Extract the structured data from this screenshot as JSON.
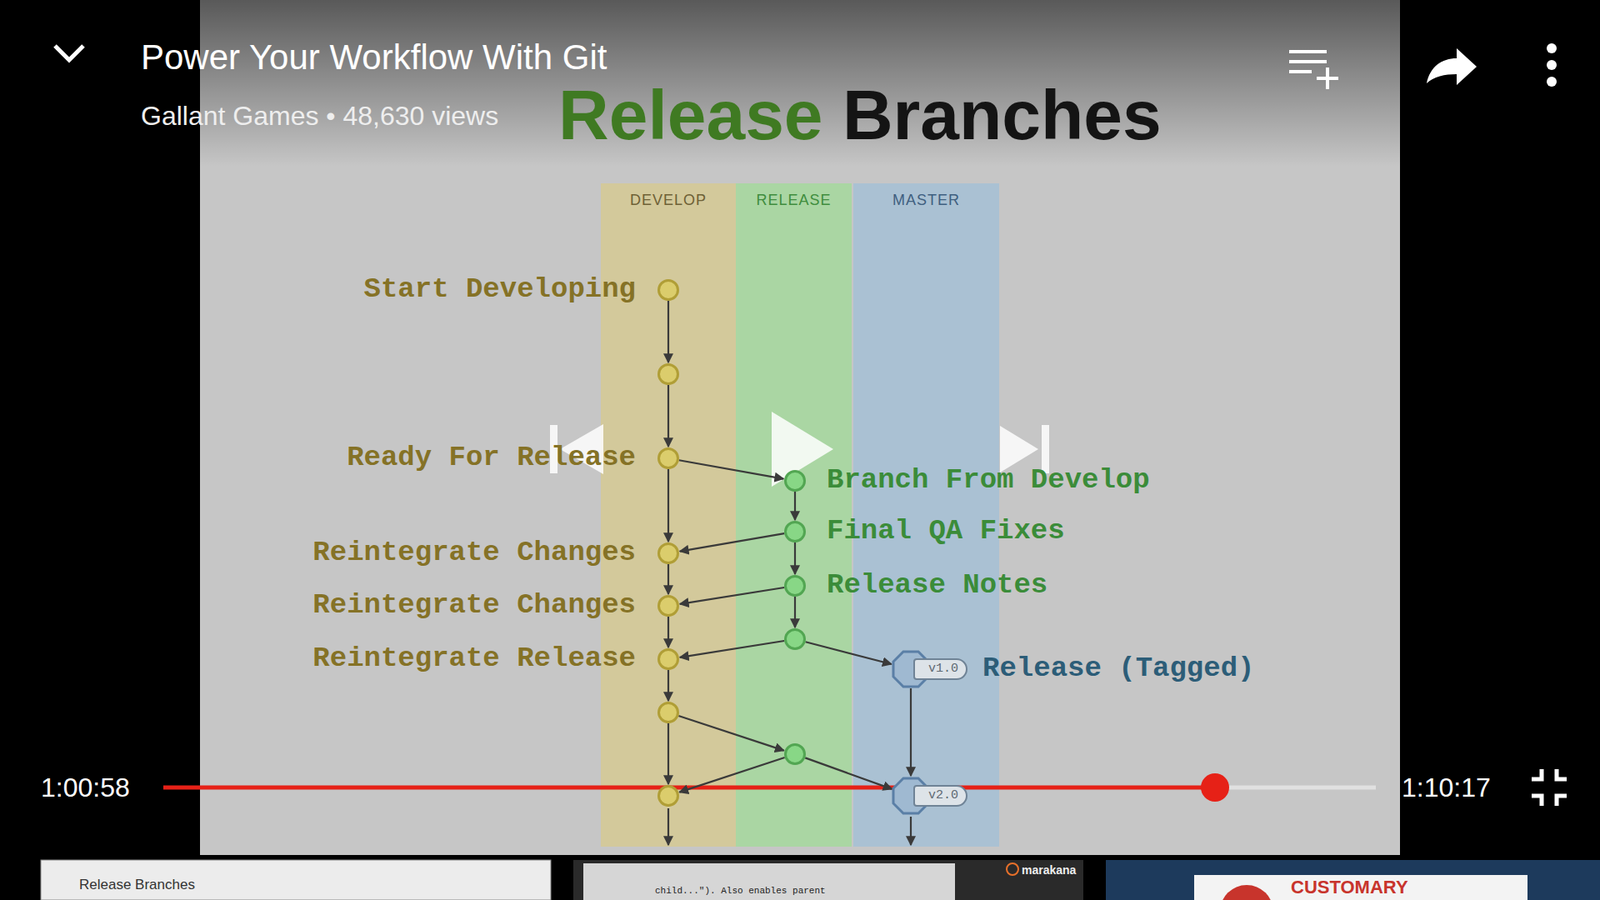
{
  "diagram": {
    "title": "Release Branches",
    "nodes": [
      {
        "text": [
          "DEVELOP"
        ]
      },
      {
        "text": [
          "RELEASE"
        ]
      },
      {
        "text": [
          "MASTER"
        ]
      },
      {
        "text": [
          "Start Developing"
        ],
        "in": 0
      },
      {
        "text": [],
        "in": 0
      },
      {
        "text": [
          "Ready For Release"
        ],
        "in": 0
      },
      {
        "text": [
          "Branch From Develop"
        ],
        "in": 1
      },
      {
        "text": [
          "Final QA Fixes"
        ],
        "in": 1
      },
      {
        "text": [
          "Reintegrate Changes"
        ],
        "in": 0
      },
      {
        "text": [
          "Release Notes"
        ],
        "in": 1
      },
      {
        "text": [
          "Reintegrate Changes"
        ],
        "in": 0
      },
      {
        "text": [],
        "in": 1
      },
      {
        "text": [
          "Reintegrate Release"
        ],
        "in": 0
      },
      {
        "text": [
          "v1.0",
          "Release (Tagged)"
        ],
        "in": 2
      },
      {
        "text": [],
        "in": 0
      },
      {
        "text": [],
        "in": 1
      },
      {
        "text": [],
        "in": 0
      },
      {
        "text": [
          "v2.0"
        ],
        "in": 2
      }
    ],
    "edges": [
      {
        "from": 3,
        "to": 4,
        "arrow": "to"
      },
      {
        "from": 4,
        "to": 5,
        "arrow": "to"
      },
      {
        "from": 5,
        "to": 8,
        "arrow": "to"
      },
      {
        "from": 8,
        "to": 10,
        "arrow": "to"
      },
      {
        "from": 10,
        "to": 12,
        "arrow": "to"
      },
      {
        "from": 12,
        "to": 14,
        "arrow": "to"
      },
      {
        "from": 14,
        "to": 16,
        "arrow": "to"
      },
      {
        "from": 5,
        "to": 6,
        "arrow": "to"
      },
      {
        "from": 6,
        "to": 7,
        "arrow": "to"
      },
      {
        "from": 7,
        "to": 9,
        "arrow": "to"
      },
      {
        "from": 9,
        "to": 11,
        "arrow": "to"
      },
      {
        "from": 7,
        "to": 8,
        "arrow": "to"
      },
      {
        "from": 9,
        "to": 10,
        "arrow": "to"
      },
      {
        "from": 11,
        "to": 12,
        "arrow": "to"
      },
      {
        "from": 11,
        "to": 13,
        "arrow": "to"
      },
      {
        "from": 14,
        "to": 15,
        "arrow": "to"
      },
      {
        "from": 15,
        "to": 16,
        "arrow": "to"
      },
      {
        "from": 15,
        "to": 17,
        "arrow": "to"
      },
      {
        "from": 13,
        "to": 17,
        "arrow": "to"
      }
    ],
    "labels": [
      "Power Your Workflow With Git",
      "Gallant Games • 48,630 views",
      "1:00:58",
      "1:10:17",
      "Release Branches",
      "child...\"). Also enables parent",
      "marakana",
      "CUSTOMARY"
    ]
  }
}
